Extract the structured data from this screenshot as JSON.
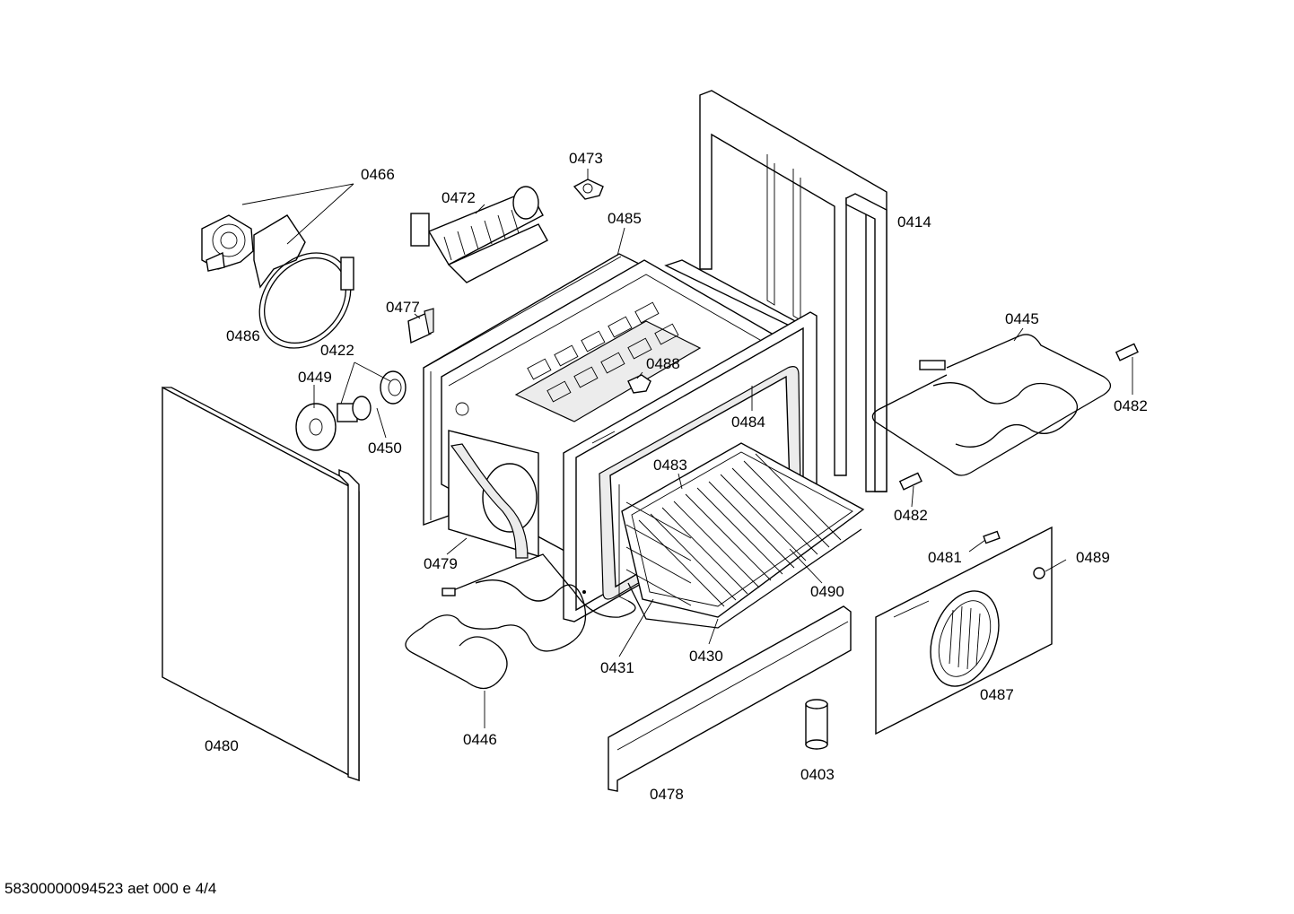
{
  "labels": {
    "p0466": "0466",
    "p0486": "0486",
    "p0472": "0472",
    "p0473": "0473",
    "p0485": "0485",
    "p0414": "0414",
    "p0477": "0477",
    "p0422": "0422",
    "p0449": "0449",
    "p0450": "0450",
    "p0488": "0488",
    "p0484": "0484",
    "p0445": "0445",
    "p0482a": "0482",
    "p0482b": "0482",
    "p0483": "0483",
    "p0479": "0479",
    "p0481": "0481",
    "p0489": "0489",
    "p0490": "0490",
    "p0431": "0431",
    "p0430": "0430",
    "p0446": "0446",
    "p0487": "0487",
    "p0480": "0480",
    "p0403": "0403",
    "p0478": "0478"
  },
  "footer": {
    "code": "58300000094523 aet 000 e 4/4"
  }
}
